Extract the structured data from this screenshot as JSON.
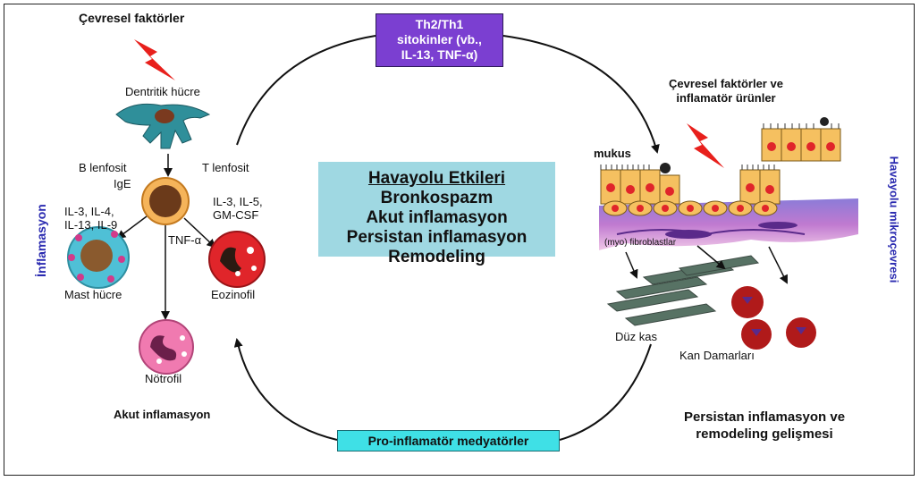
{
  "top_left_factor": "Çevresel faktörler",
  "cytokine_box": [
    "Th2/Th1",
    "sitokinler (vb.,",
    "IL-13, TNF-α)"
  ],
  "right_factor": [
    "Çevresel faktörler ve",
    "inflamatör ürünler"
  ],
  "cells": {
    "dendritic": "Dentritik hücre",
    "b_cell": "B lenfosit",
    "t_cell": "T lenfosit",
    "ige": "IgE",
    "il_left": [
      "IL-3, IL-4,",
      "IL-13, IL-9"
    ],
    "il_right": [
      "IL-3, IL-5,",
      "GM-CSF"
    ],
    "tnf": "TNF-α",
    "mast": "Mast hücre",
    "eosinophil": "Eozinofil",
    "neutrophil": "Nötrofil"
  },
  "center_box": {
    "title": "Havayolu Etkileri",
    "items": [
      "Bronkospazm",
      "Akut inflamasyon",
      "Persistan inflamasyon",
      "Remodeling"
    ]
  },
  "airway": {
    "mucus": "mukus",
    "fibroblasts": "(myo) fibroblastlar",
    "smooth_muscle": "Düz kas",
    "blood_vessels": "Kan Damarları"
  },
  "vertical_left": "İnflamasyon",
  "vertical_right": "Havayolu mikroçevresi",
  "acute_label": "Akut inflamasyon",
  "persistent_label": [
    "Persistan inflamasyon ve",
    "remodeling gelişmesi"
  ],
  "mediator_box": "Pro-inflamatör medyatörler",
  "colors": {
    "purple_box": "#7b3fd1",
    "center_box": "#9fd8e2",
    "mediator_box": "#3fe0e6",
    "vertical_text": "#2a2ab0",
    "lightning": "#e8201c"
  }
}
